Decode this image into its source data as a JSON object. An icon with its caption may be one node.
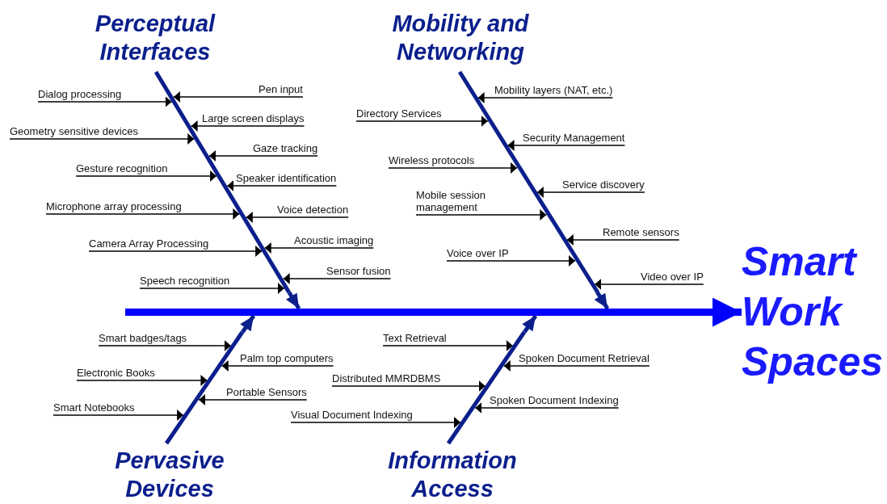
{
  "diagram": {
    "nodes": [
      {
        "text": [
          "Perceptual Interfaces"
        ]
      },
      {
        "text": [
          "Mobility and Networking"
        ]
      },
      {
        "text": [
          "Dialog processing"
        ]
      },
      {
        "text": [
          "Pen input"
        ]
      },
      {
        "text": [
          "Large screen displays"
        ]
      },
      {
        "text": [
          "Geometry sensitive devices"
        ]
      },
      {
        "text": [
          "Gaze tracking"
        ]
      },
      {
        "text": [
          "Gesture recognition"
        ]
      },
      {
        "text": [
          "Speaker identification"
        ]
      },
      {
        "text": [
          "Microphone array processing"
        ]
      },
      {
        "text": [
          "Voice detection"
        ]
      },
      {
        "text": [
          "Camera Array Processing"
        ]
      },
      {
        "text": [
          "Acoustic imaging"
        ]
      },
      {
        "text": [
          "Speech recognition"
        ]
      },
      {
        "text": [
          "Sensor fusion"
        ]
      },
      {
        "text": [
          "Mobility layers (NAT, etc.)"
        ]
      },
      {
        "text": [
          "Directory Services"
        ]
      },
      {
        "text": [
          "Security Management"
        ]
      },
      {
        "text": [
          "Wireless protocols"
        ]
      },
      {
        "text": [
          "Service discovery"
        ]
      },
      {
        "text": [
          "Mobile session management"
        ]
      },
      {
        "text": [
          "Remote sensors"
        ]
      },
      {
        "text": [
          "Voice over IP"
        ]
      },
      {
        "text": [
          "Video over IP"
        ]
      },
      {
        "text": [],
        "shape": "bar"
      },
      {
        "text": [
          "Smart Work Spaces"
        ]
      },
      {
        "text": [
          "Smart badges/tags"
        ]
      },
      {
        "text": [
          "Text Retrieval"
        ]
      },
      {
        "text": [
          "Palm top computers"
        ]
      },
      {
        "text": [
          "Spoken Document Retrieval"
        ]
      },
      {
        "text": [
          "Electronic Books"
        ]
      },
      {
        "text": [
          "Distributed MMRDBMS"
        ]
      },
      {
        "text": [
          "Portable Sensors"
        ]
      },
      {
        "text": [
          "Spoken Document Indexing"
        ]
      },
      {
        "text": [
          "Smart Notebooks"
        ]
      },
      {
        "text": [
          "Visual Document Indexing"
        ]
      },
      {
        "text": [
          "Pervasive Devices"
        ]
      },
      {
        "text": [
          "Information Access"
        ]
      },
      {
        "text": [],
        "shape": "bar"
      },
      {
        "text": [],
        "shape": "bar"
      },
      {
        "text": [],
        "shape": "bar"
      },
      {
        "text": [],
        "shape": "bar"
      }
    ],
    "edges": [
      {
        "from": 38,
        "to": 24,
        "arrow": "to",
        "style": "thick",
        "color": "#0b1f8c"
      },
      {
        "from": 39,
        "to": 24,
        "arrow": "to",
        "style": "thick",
        "color": "#0b1f8c"
      },
      {
        "from": 40,
        "to": 24,
        "arrow": "to",
        "style": "thick",
        "color": "#0b1f8c"
      },
      {
        "from": 41,
        "to": 24,
        "arrow": "to",
        "style": "thick",
        "color": "#0b1f8c"
      },
      {
        "from": 24,
        "to": 25,
        "arrow": "to",
        "style": "thick",
        "color": "#0000ff"
      },
      {
        "from": 2,
        "to": 38,
        "arrow": "to"
      },
      {
        "from": 3,
        "to": 38,
        "arrow": "to"
      },
      {
        "from": 4,
        "to": 38,
        "arrow": "to"
      },
      {
        "from": 5,
        "to": 38,
        "arrow": "to"
      },
      {
        "from": 6,
        "to": 38,
        "arrow": "to"
      },
      {
        "from": 7,
        "to": 38,
        "arrow": "to"
      },
      {
        "from": 8,
        "to": 38,
        "arrow": "to"
      },
      {
        "from": 9,
        "to": 38,
        "arrow": "to"
      },
      {
        "from": 10,
        "to": 38,
        "arrow": "to"
      },
      {
        "from": 11,
        "to": 38,
        "arrow": "to"
      },
      {
        "from": 12,
        "to": 38,
        "arrow": "to"
      },
      {
        "from": 13,
        "to": 38,
        "arrow": "to"
      },
      {
        "from": 14,
        "to": 38,
        "arrow": "to"
      },
      {
        "from": 15,
        "to": 39,
        "arrow": "to"
      },
      {
        "from": 16,
        "to": 39,
        "arrow": "to"
      },
      {
        "from": 17,
        "to": 39,
        "arrow": "to"
      },
      {
        "from": 18,
        "to": 39,
        "arrow": "to"
      },
      {
        "from": 19,
        "to": 39,
        "arrow": "to"
      },
      {
        "from": 20,
        "to": 39,
        "arrow": "to"
      },
      {
        "from": 21,
        "to": 39,
        "arrow": "to"
      },
      {
        "from": 22,
        "to": 39,
        "arrow": "to"
      },
      {
        "from": 23,
        "to": 39,
        "arrow": "to"
      },
      {
        "from": 26,
        "to": 40,
        "arrow": "to"
      },
      {
        "from": 27,
        "to": 41,
        "arrow": "to"
      },
      {
        "from": 28,
        "to": 40,
        "arrow": "to"
      },
      {
        "from": 29,
        "to": 41,
        "arrow": "to"
      },
      {
        "from": 30,
        "to": 40,
        "arrow": "to"
      },
      {
        "from": 31,
        "to": 41,
        "arrow": "to"
      },
      {
        "from": 32,
        "to": 40,
        "arrow": "to"
      },
      {
        "from": 33,
        "to": 41,
        "arrow": "to"
      },
      {
        "from": 34,
        "to": 40,
        "arrow": "to"
      },
      {
        "from": 35,
        "to": 41,
        "arrow": "to"
      }
    ]
  }
}
